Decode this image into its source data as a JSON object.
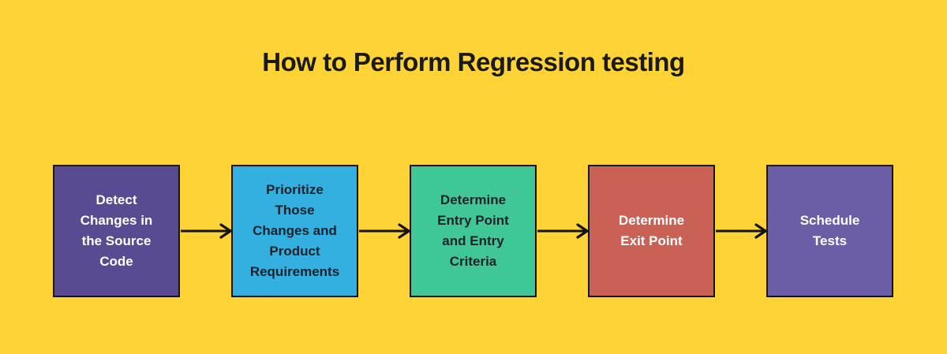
{
  "title": "How to Perform Regression testing",
  "colors": {
    "background": "#FDD335",
    "title_text": "#1A1A1A",
    "arrow": "#131313",
    "box_border": "#131313"
  },
  "steps": [
    {
      "label": "Detect\nChanges in\nthe Source\nCode",
      "bg": "#5A4A92",
      "text": "#FFFFFF"
    },
    {
      "label": "Prioritize\nThose\nChanges and\nProduct\nRequirements",
      "bg": "#33AFE0",
      "text": "#1E222B"
    },
    {
      "label": "Determine\nEntry Point\nand Entry\nCriteria",
      "bg": "#3FC795",
      "text": "#1E222B"
    },
    {
      "label": "Determine\nExit Point",
      "bg": "#C96155",
      "text": "#FFFFFF"
    },
    {
      "label": "Schedule\nTests",
      "bg": "#6C5EA6",
      "text": "#FFFFFF"
    }
  ]
}
